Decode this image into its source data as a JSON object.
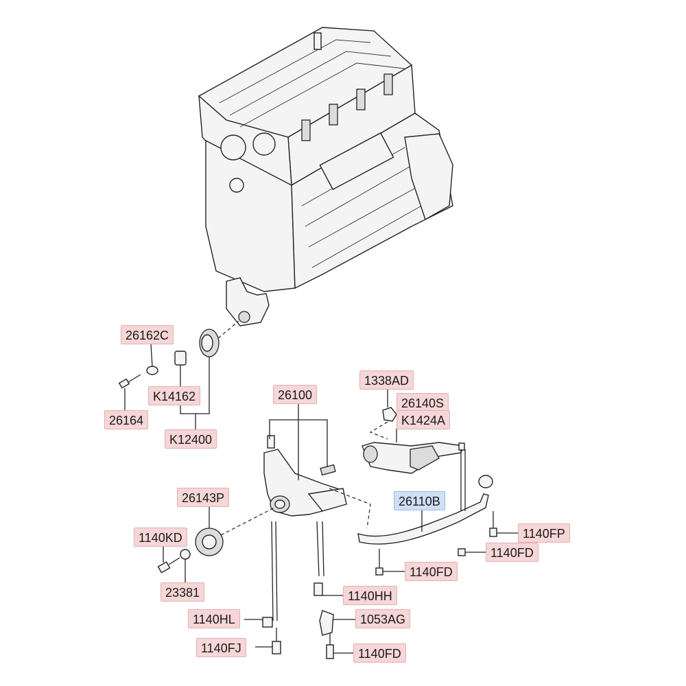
{
  "labels": {
    "p26162C": "26162C",
    "pK14162": "K14162",
    "p26164": "26164",
    "pK12400": "K12400",
    "p1338AD": "1338AD",
    "p26140S": "26140S",
    "pK1424A": "K1424A",
    "p26100": "26100",
    "p26143P": "26143P",
    "p26110B": "26110B",
    "p1140KD": "1140KD",
    "p23381": "23381",
    "p1140FP": "1140FP",
    "p1140FD_a": "1140FD",
    "p1140FD_b": "1140FD",
    "p1140HH": "1140HH",
    "p1140HL": "1140HL",
    "p1053AG": "1053AG",
    "p1140FJ": "1140FJ",
    "p1140FD_c": "1140FD"
  },
  "colors": {
    "label_red": "#f6d6d6",
    "label_blue": "#cfe0f5",
    "line": "#222222"
  }
}
